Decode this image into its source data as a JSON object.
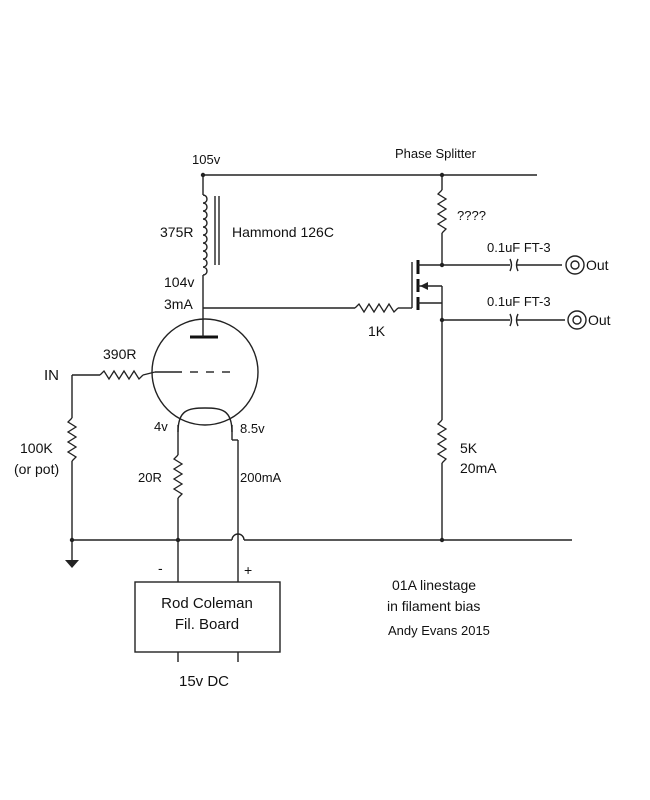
{
  "labels": {
    "b_plus": "105v",
    "phase_splitter": "Phase Splitter",
    "choke_r": "375R",
    "choke_name": "Hammond 126C",
    "plate_v": "104v",
    "plate_i": "3mA",
    "gate_r": "1K",
    "unknown_r": "????",
    "cap_top": "0.1uF FT-3",
    "cap_bottom": "0.1uF FT-3",
    "out_top": "Out",
    "out_bottom": "Out",
    "input": "IN",
    "grid_r": "390R",
    "input_r": "100K",
    "input_r_alt": "(or pot)",
    "fil_left_v": "4v",
    "fil_right_v": "8.5v",
    "bias_r": "20R",
    "fil_current": "200mA",
    "load_r": "5K",
    "load_i": "20mA",
    "minus": "-",
    "plus": "+",
    "board_line1": "Rod Coleman",
    "board_line2": "Fil. Board",
    "supply": "15v DC",
    "title_line1": "01A linestage",
    "title_line2": "in filament bias",
    "author": "Andy Evans 2015"
  }
}
